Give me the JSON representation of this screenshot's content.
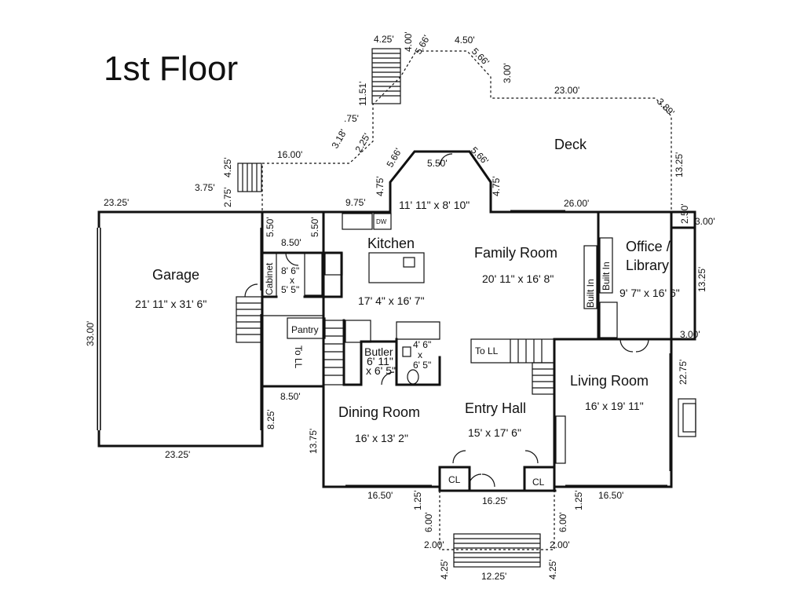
{
  "title": "1st Floor",
  "rooms": {
    "garage": {
      "name": "Garage",
      "size": "21' 11\" x 31' 6\""
    },
    "kitchen": {
      "name": "Kitchen",
      "size": "17' 4\" x 16' 7\""
    },
    "family": {
      "name": "Family Room",
      "size": "20' 11\" x 16' 8\""
    },
    "office": {
      "name": "Office /",
      "name2": "Library",
      "size": "9' 7\" x 16' 6\""
    },
    "living": {
      "name": "Living Room",
      "size": "16' x 19' 11\""
    },
    "dining": {
      "name": "Dining Room",
      "size": "16' x 13' 2\""
    },
    "entry": {
      "name": "Entry Hall",
      "size": "15' x 17' 6\""
    },
    "deck": {
      "name": "Deck"
    },
    "bay": {
      "size": "11' 11\" x 8' 10\""
    },
    "butler": {
      "name": "Butler",
      "size1": "6' 11\"",
      "size2": "x 6' 5\""
    },
    "pantry": {
      "name": "Pantry"
    },
    "cabinet": {
      "name": "Cabinet"
    },
    "mud": {
      "size1": "8' 6\"",
      "size2": "x",
      "size3": "5' 5\""
    },
    "bath": {
      "size1": "4' 6\"",
      "size2": "x",
      "size3": "6' 5\""
    }
  },
  "labels": {
    "to_ll_1": "To LL",
    "to_ll_2": "To LL",
    "cl_1": "CL",
    "cl_2": "CL",
    "built_in_1": "Built In",
    "built_in_2": "Built In",
    "dw": "DW"
  },
  "dimensions": {
    "d1": "4.25'",
    "d2": "4.00'",
    "d3": "5.66'",
    "d4": "4.50'",
    "d5": "5.66'",
    "d6": "3.00'",
    "d7": "23.00'",
    "d8": "3.89'",
    "d9": "11.51'",
    "d10": ".75'",
    "d11": "2.25'",
    "d12": "3.18'",
    "d13": "16.00'",
    "d14": "4.25'",
    "d15": "3.75'",
    "d16": "2.75'",
    "d17": "5.50'",
    "d18": "5.66'",
    "d19": "5.66'",
    "d20": "4.75'",
    "d21": "4.75'",
    "d22": "9.75'",
    "d23": "13.25'",
    "d24": "2.50'",
    "d25": "3.00'",
    "d26": "26.00'",
    "d27": "23.25'",
    "d28": "5.50'",
    "d29": "8.50'",
    "d30": "5.50'",
    "d31": "33.00'",
    "d32": "13.25'",
    "d33": "3.00'",
    "d34": "22.75'",
    "d35": "8.50'",
    "d36": "8.25'",
    "d37": "13.75'",
    "d38": "23.25'",
    "d39": "16.50'",
    "d40": "1.25'",
    "d41": "16.25'",
    "d42": "1.25'",
    "d43": "16.50'",
    "d44": "6.00'",
    "d45": "6.00'",
    "d46": "2.00'",
    "d47": "2.00'",
    "d48": "4.25'",
    "d49": "12.25'",
    "d50": "4.25'"
  }
}
